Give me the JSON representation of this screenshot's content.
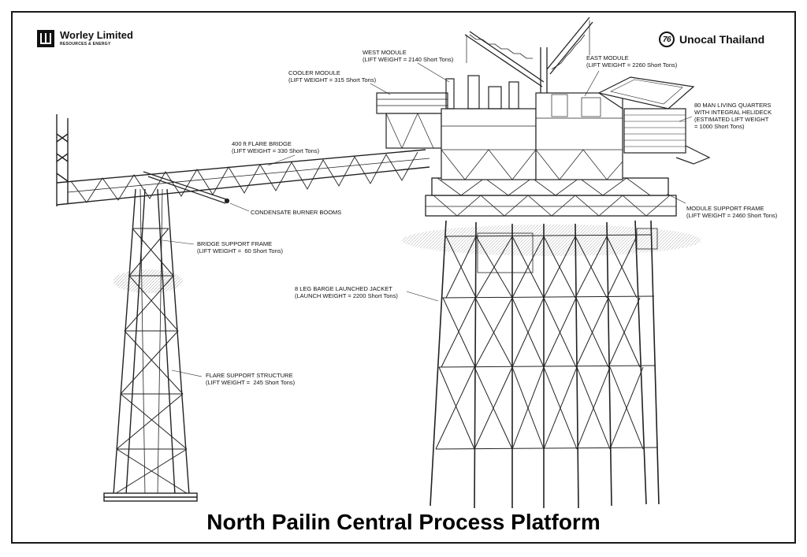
{
  "logos": {
    "worley_name": "Worley Limited",
    "worley_sub": "RESOURCES & ENERGY",
    "unocal_mark": "76",
    "unocal_name": "Unocal Thailand"
  },
  "callouts": {
    "west_module": "WEST MODULE\n(LIFT WEIGHT = 2140 Short Tons)",
    "east_module": "EAST MODULE\n(LIFT WEIGHT = 2260 Short Tons)",
    "cooler_module": "COOLER MODULE\n(LIFT WEIGHT = 315 Short Tons)",
    "living_quarters": "80 MAN LIVING QUARTERS\nWITH INTEGRAL HELIDECK\n(ESTIMATED LIFT WEIGHT\n= 1000 Short Tons)",
    "flare_bridge": "400 ft FLARE BRIDGE\n(LIFT WEIGHT = 330 Short Tons)",
    "condensate_booms": "CONDENSATE BURNER BOOMS",
    "module_support": "MODULE SUPPORT FRAME\n(LIFT WEIGHT = 2460 Short Tons)",
    "bridge_support": "BRIDGE SUPPORT FRAME\n(LIFT WEIGHT =  60 Short Tons)",
    "jacket": "8 LEG BARGE LAUNCHED JACKET\n(LAUNCH WEIGHT = 2200 Short Tons)",
    "flare_support": "FLARE SUPPORT STRUCTURE\n(LIFT WEIGHT =  245 Short Tons)"
  },
  "title": "North Pailin Central Process Platform",
  "colors": {
    "line": "#222222",
    "sea": "#9a9a9a"
  }
}
